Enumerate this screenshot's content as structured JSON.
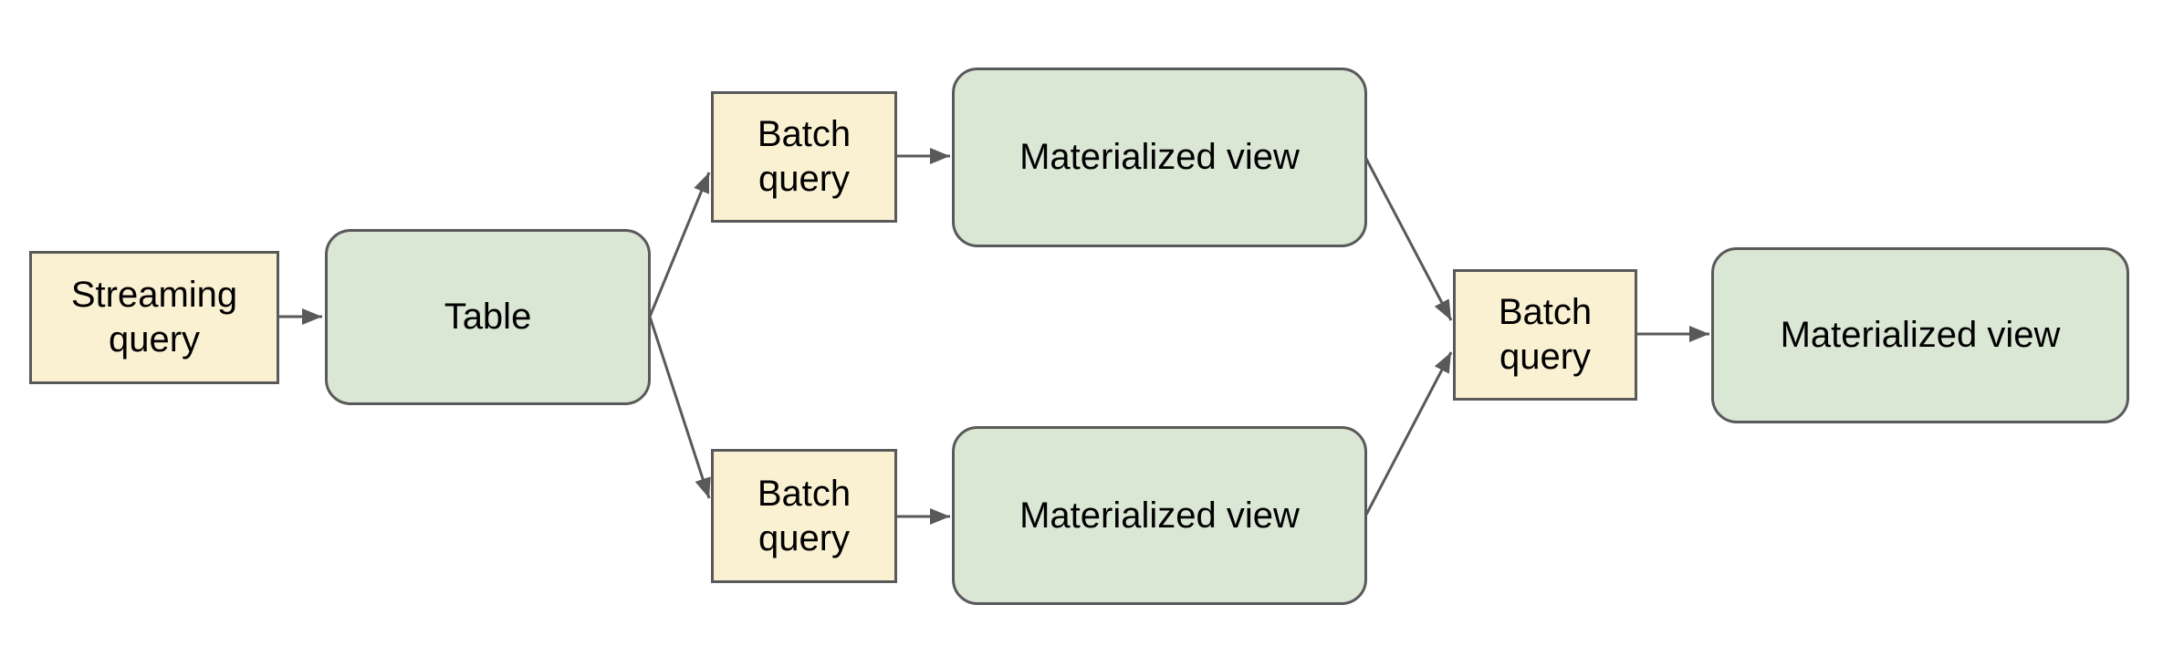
{
  "diagram": {
    "colors": {
      "background": "#ffffff",
      "query_fill": "#faf1d2",
      "view_fill": "#dae7d5",
      "stroke": "#595959",
      "text": "#000000"
    },
    "nodes": [
      {
        "id": "streaming-query",
        "label": "Streaming query",
        "shape": "rectangle",
        "fill": "query"
      },
      {
        "id": "table",
        "label": "Table",
        "shape": "rounded",
        "fill": "view"
      },
      {
        "id": "batch-query-top",
        "label": "Batch query",
        "shape": "rectangle",
        "fill": "query"
      },
      {
        "id": "materialized-view-top",
        "label": "Materialized view",
        "shape": "rounded",
        "fill": "view"
      },
      {
        "id": "batch-query-bottom",
        "label": "Batch query",
        "shape": "rectangle",
        "fill": "query"
      },
      {
        "id": "materialized-view-bottom",
        "label": "Materialized view",
        "shape": "rounded",
        "fill": "view"
      },
      {
        "id": "batch-query-final",
        "label": "Batch query",
        "shape": "rectangle",
        "fill": "query"
      },
      {
        "id": "materialized-view-final",
        "label": "Materialized view",
        "shape": "rounded",
        "fill": "view"
      }
    ],
    "edges": [
      {
        "from": "streaming-query",
        "to": "table"
      },
      {
        "from": "table",
        "to": "batch-query-top"
      },
      {
        "from": "table",
        "to": "batch-query-bottom"
      },
      {
        "from": "batch-query-top",
        "to": "materialized-view-top"
      },
      {
        "from": "batch-query-bottom",
        "to": "materialized-view-bottom"
      },
      {
        "from": "materialized-view-top",
        "to": "batch-query-final"
      },
      {
        "from": "materialized-view-bottom",
        "to": "batch-query-final"
      },
      {
        "from": "batch-query-final",
        "to": "materialized-view-final"
      }
    ]
  }
}
